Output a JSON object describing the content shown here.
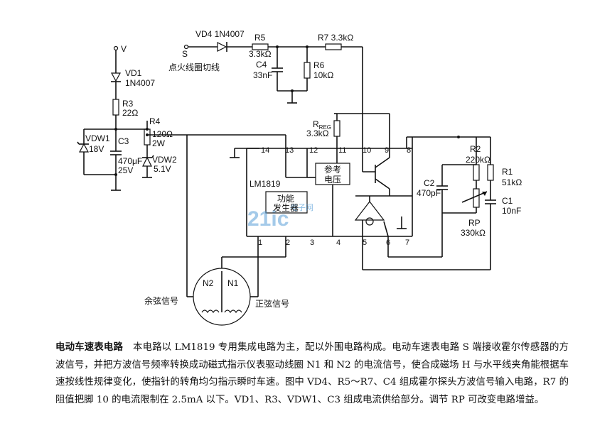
{
  "labels": {
    "vd4": "VD4 1N4007",
    "r5": "R5",
    "r5_val": "3.3kΩ",
    "r7": "R7 3.3kΩ",
    "s_node": "S",
    "s_desc": "点火线圈切线",
    "c4": "C4",
    "c4_val": "33nF",
    "r6": "R6",
    "r6_val": "10kΩ",
    "v_node": "V",
    "vd1": "VD1",
    "vd1_val": "1N4007",
    "r3": "R3",
    "r3_val": "22Ω",
    "r4": "R4",
    "r4_val": "120Ω",
    "r4_w": "2W",
    "vdw1": "VDW1",
    "vdw1_val": "18V",
    "c3": "C3",
    "c3_val": "470μF",
    "c3_v": "25V",
    "vdw2": "VDW2",
    "vdw2_val": "5.1V",
    "rreg": "R",
    "rreg_sub": "REG",
    "rreg_val": "3.3kΩ",
    "ic_name": "LM1819",
    "func_line1": "功能",
    "func_line2": "发生器",
    "ref_line1": "参考",
    "ref_line2": "电压",
    "r2": "R2",
    "r2_val": "220kΩ",
    "r1": "R1",
    "r1_val": "51kΩ",
    "c2": "C2",
    "c2_val": "470pF",
    "c1": "C1",
    "c1_val": "10nF",
    "rp": "RP",
    "rp_val": "330kΩ",
    "n2": "N2",
    "n1": "N1",
    "cos_signal": "余弦信号",
    "sin_signal": "正弦信号",
    "pins": [
      "1",
      "2",
      "3",
      "4",
      "5",
      "6",
      "7",
      "8",
      "9",
      "10",
      "11",
      "12",
      "13",
      "14"
    ]
  },
  "watermark": {
    "main": "21ic",
    "sub": "电子网"
  },
  "caption": {
    "title": "电动车速表电路",
    "body": "本电路以 LM1819 专用集成电路为主，配以外围电路构成。电动车速表电路 S 端接收霍尔传感器的方波信号，并把方波信号频率转换成动磁式指示仪表驱动线圈 N1 和 N2 的电流信号，使合成磁场 H 与水平线夹角能根据车速按线性规律变化，使指针的转角均匀指示瞬时车速。图中 VD4、R5～R7、C4 组成霍尔探头方波信号输入电路，R7 的阻值把脚 10 的电流限制在 2.5mA 以下。VD1、R3、VDW1、C3 组成电流供给部分。调节 RP 可改变电路增益。"
  }
}
